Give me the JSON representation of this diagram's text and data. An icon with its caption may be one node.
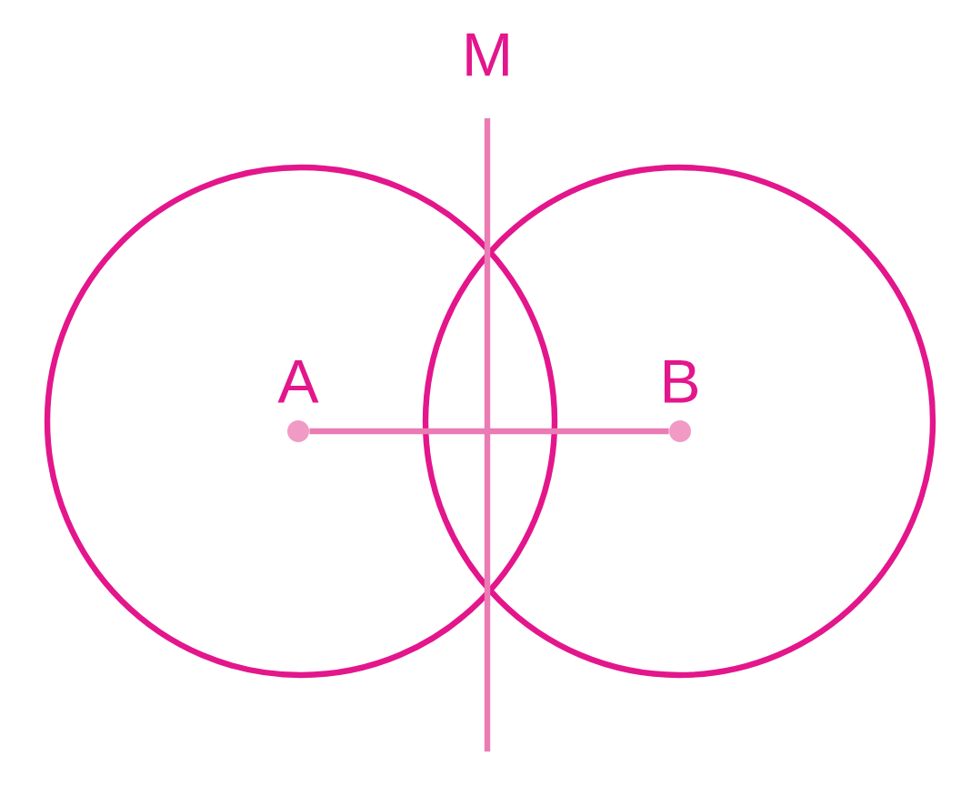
{
  "diagram": {
    "nodes": [
      {
        "text": [
          "A"
        ]
      },
      {
        "text": [
          "B"
        ]
      }
    ],
    "edges": [
      {
        "from": 0,
        "to": 1,
        "arrow": "none"
      }
    ],
    "labels": [
      "M"
    ]
  }
}
